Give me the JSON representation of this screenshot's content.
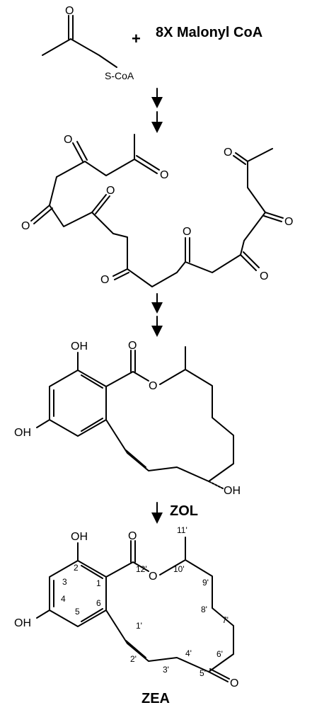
{
  "reactants": {
    "plus": "+",
    "reagent": "8X Malonyl CoA",
    "thioester": "S-CoA"
  },
  "hydroxyl": "OH",
  "ring_o": "O",
  "carbonyl_o": "O",
  "labels": {
    "zol": "ZOL",
    "zea": "ZEA"
  },
  "numbering": {
    "c1": "1",
    "c2": "2",
    "c3": "3",
    "c4": "4",
    "c5": "5",
    "c6": "6",
    "c1p": "1'",
    "c2p": "2'",
    "c3p": "3'",
    "c4p": "4'",
    "c5p": "5'",
    "c6p": "6'",
    "c7p": "7'",
    "c8p": "8'",
    "c9p": "9'",
    "c10p": "10'",
    "c11p": "11'",
    "c12p": "12'"
  }
}
